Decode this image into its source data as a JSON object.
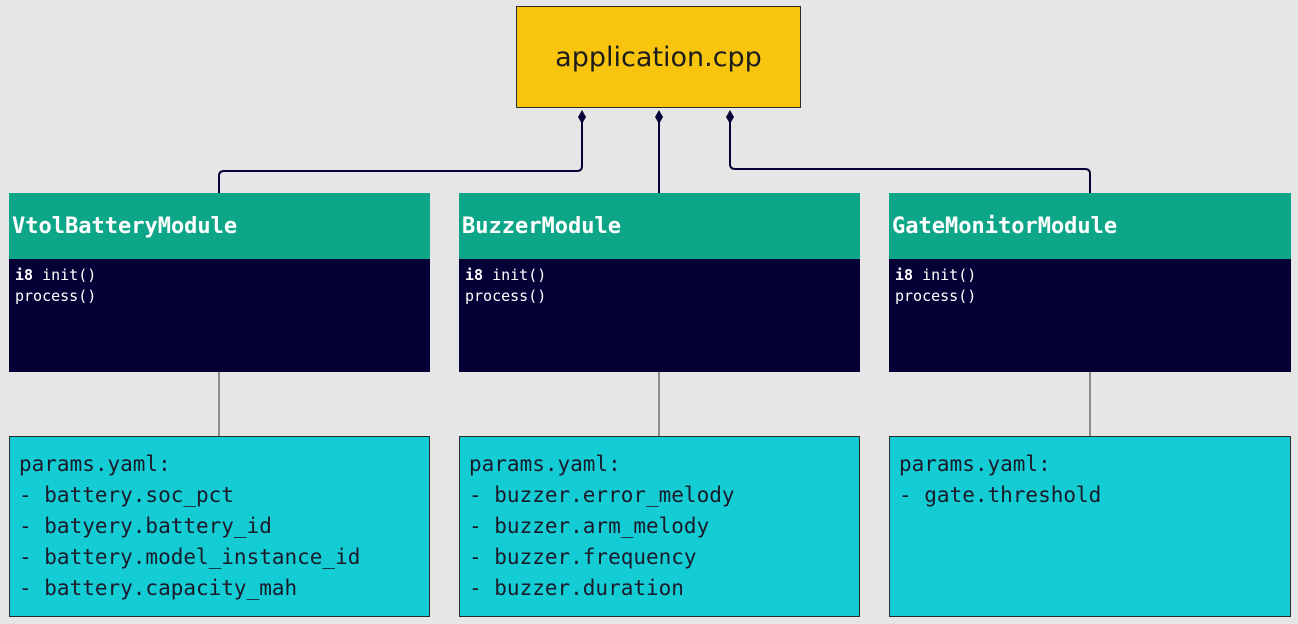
{
  "root": {
    "label": "application.cpp"
  },
  "modules": [
    {
      "name": "VtolBatteryModule",
      "methods": [
        {
          "type": "i8",
          "name": "init()"
        },
        {
          "type": "",
          "name": "process()"
        }
      ],
      "params_title": "params.yaml:",
      "params": [
        "- battery.soc_pct",
        "- batyery.battery_id",
        "- battery.model_instance_id",
        "- battery.capacity_mah"
      ]
    },
    {
      "name": "BuzzerModule",
      "methods": [
        {
          "type": "i8",
          "name": "init()"
        },
        {
          "type": "",
          "name": "process()"
        }
      ],
      "params_title": "params.yaml:",
      "params": [
        "- buzzer.error_melody",
        "- buzzer.arm_melody",
        "- buzzer.frequency",
        "- buzzer.duration"
      ]
    },
    {
      "name": "GateMonitorModule",
      "methods": [
        {
          "type": "i8",
          "name": "init()"
        },
        {
          "type": "",
          "name": "process()"
        }
      ],
      "params_title": "params.yaml:",
      "params": [
        "- gate.threshold"
      ]
    }
  ],
  "colors": {
    "background": "#e6e6e6",
    "root_fill": "#f8c40e",
    "module_header": "#0da688",
    "module_body": "#050035",
    "params_fill": "#13ccd4",
    "connector": "#050035",
    "param_link": "#333333"
  }
}
